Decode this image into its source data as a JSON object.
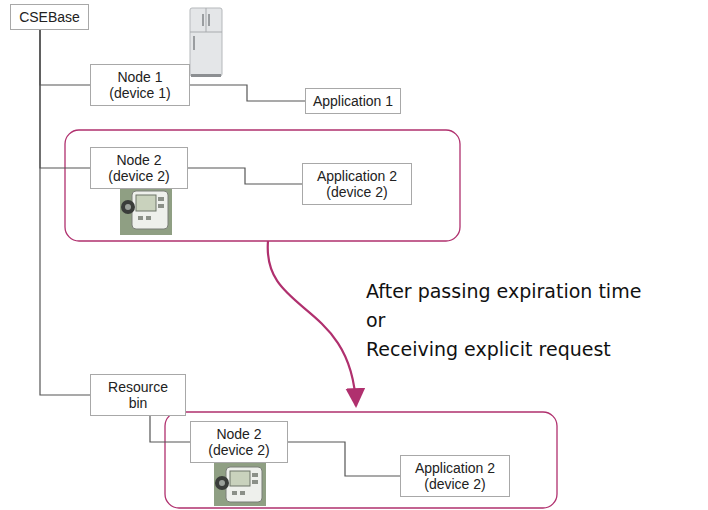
{
  "diagram": {
    "nodes": [
      {
        "text": [
          "CSEBase"
        ]
      },
      {
        "text": [
          "Node 1 (device 1)"
        ]
      },
      {
        "text": [
          "Application 1"
        ]
      },
      {
        "text": [
          "Node 2 (device 2)"
        ]
      },
      {
        "text": [
          "Application 2 (device 2)"
        ]
      },
      {
        "text": [
          "Resource bin"
        ]
      },
      {
        "text": [
          "Node 2 (device 2)"
        ]
      },
      {
        "text": [
          "Application 2 (device 2)"
        ]
      }
    ],
    "edges": [
      {
        "from": 0,
        "to": 1,
        "arrow": "none"
      },
      {
        "from": 1,
        "to": 2,
        "arrow": "none"
      },
      {
        "from": 0,
        "to": 3,
        "arrow": "none"
      },
      {
        "from": 3,
        "to": 4,
        "arrow": "none"
      },
      {
        "from": 0,
        "to": 5,
        "arrow": "none"
      },
      {
        "from": 5,
        "to": 6,
        "arrow": "none"
      },
      {
        "from": 6,
        "to": 7,
        "arrow": "none"
      }
    ],
    "labels": [
      "After passing expiration time",
      "or",
      "Receiving explicit request"
    ]
  }
}
